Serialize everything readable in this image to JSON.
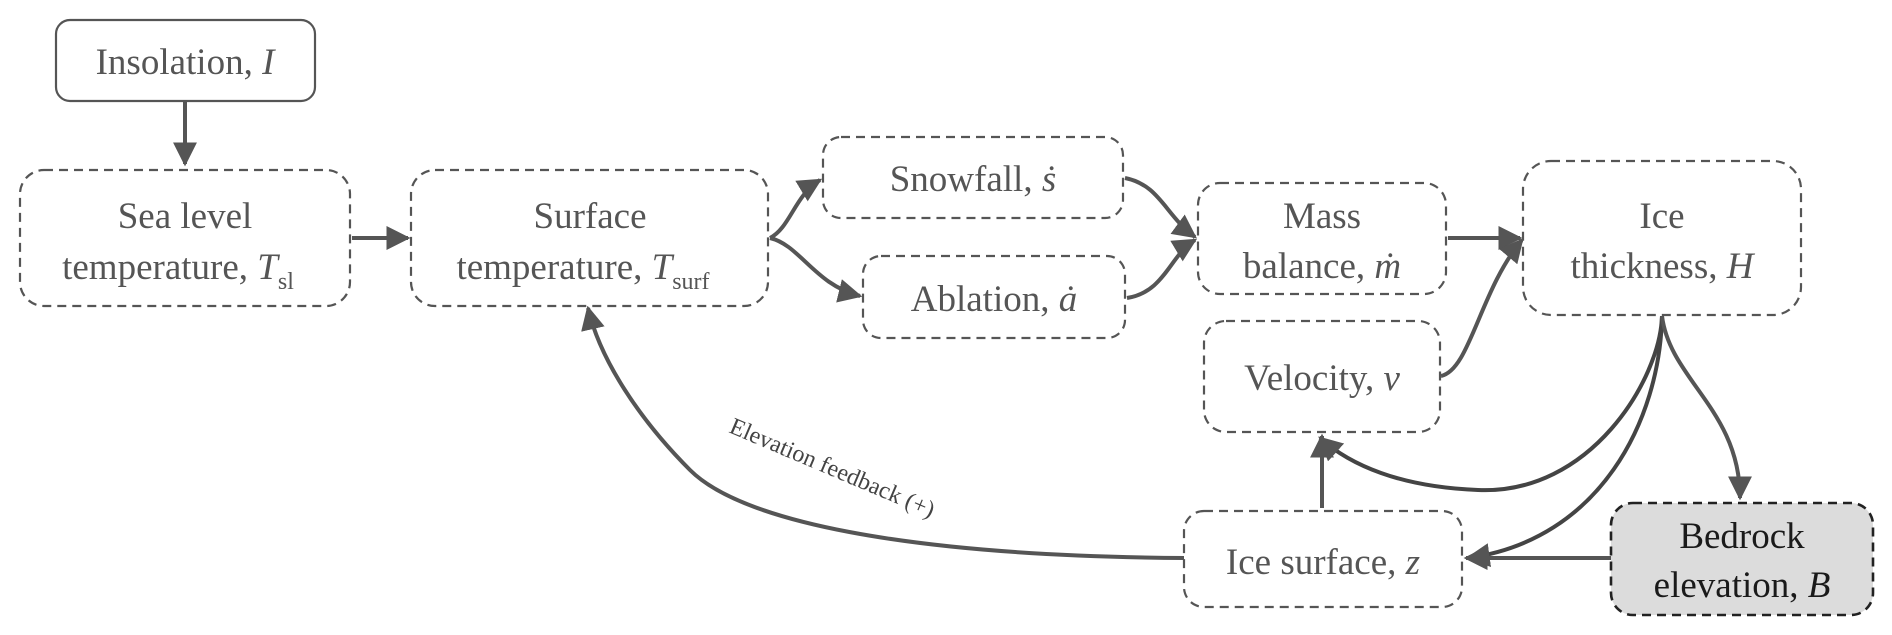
{
  "diagram": {
    "nodes": {
      "insolation": {
        "label": "Insolation, ",
        "symbol": "I",
        "sub": "",
        "style": "solid"
      },
      "sea_level_temp": {
        "line1": "Sea level",
        "line2": "temperature, ",
        "symbol": "T",
        "sub": "sl",
        "style": "dashed"
      },
      "surface_temp": {
        "line1": "Surface",
        "line2": "temperature, ",
        "symbol": "T",
        "sub": "surf",
        "style": "dashed"
      },
      "snowfall": {
        "label": "Snowfall, ",
        "symbol": "ṡ",
        "style": "dashed"
      },
      "ablation": {
        "label": "Ablation, ",
        "symbol": "ȧ",
        "style": "dashed"
      },
      "mass_balance": {
        "line1": "Mass",
        "line2": "balance, ",
        "symbol": "ṁ",
        "style": "dashed"
      },
      "ice_thickness": {
        "line1": "Ice",
        "line2": "thickness, ",
        "symbol": "H",
        "style": "dashed"
      },
      "velocity": {
        "label": "Velocity, ",
        "symbol": "v",
        "style": "dashed"
      },
      "ice_surface": {
        "label": "Ice surface, ",
        "symbol": "z",
        "style": "dashed"
      },
      "bedrock": {
        "line1": "Bedrock",
        "line2": "elevation, ",
        "symbol": "B",
        "style": "shaded"
      }
    },
    "edges": [
      {
        "from": "insolation",
        "to": "sea_level_temp"
      },
      {
        "from": "sea_level_temp",
        "to": "surface_temp"
      },
      {
        "from": "surface_temp",
        "to": "snowfall"
      },
      {
        "from": "surface_temp",
        "to": "ablation"
      },
      {
        "from": "snowfall",
        "to": "mass_balance"
      },
      {
        "from": "ablation",
        "to": "mass_balance"
      },
      {
        "from": "mass_balance",
        "to": "ice_thickness"
      },
      {
        "from": "velocity",
        "to": "ice_thickness"
      },
      {
        "from": "ice_thickness",
        "to": "velocity"
      },
      {
        "from": "ice_thickness",
        "to": "ice_surface"
      },
      {
        "from": "ice_thickness",
        "to": "bedrock"
      },
      {
        "from": "bedrock",
        "to": "ice_surface"
      },
      {
        "from": "ice_surface",
        "to": "velocity"
      },
      {
        "from": "ice_surface",
        "to": "surface_temp",
        "label": "Elevation feedback (+)"
      }
    ],
    "colors": {
      "stroke": "#555555",
      "text": "#555555",
      "bedrock_fill": "#dcdcdc",
      "bedrock_text": "#1a1a1a"
    }
  }
}
